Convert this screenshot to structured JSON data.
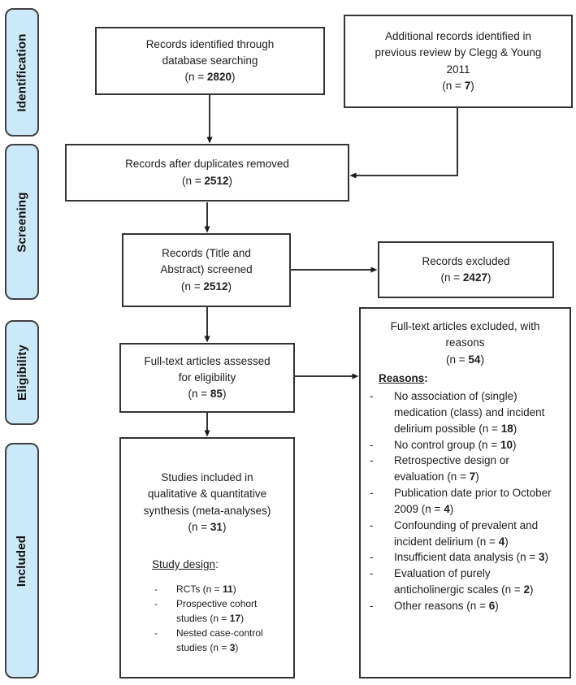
{
  "common": {
    "n_prefix": "(n = ",
    "n_suffix": ")"
  },
  "sidebar": {
    "fill_color": "#cce9f9",
    "border_color": "#404040",
    "stages": [
      {
        "label": "Identification"
      },
      {
        "label": "Screening"
      },
      {
        "label": "Eligibility"
      },
      {
        "label": "Included"
      }
    ]
  },
  "boxes": {
    "identified": {
      "lines": [
        "Records identified through",
        "database searching"
      ],
      "n": "2820"
    },
    "additional": {
      "lines": [
        "Additional records identified in",
        "previous review by Clegg & Young",
        "2011"
      ],
      "n": "7"
    },
    "duplicates_removed": {
      "lines": [
        "Records after duplicates removed"
      ],
      "n": "2512"
    },
    "screened": {
      "lines": [
        "Records (Title and",
        "Abstract) screened"
      ],
      "n": "2512"
    },
    "records_excluded": {
      "lines": [
        "Records excluded"
      ],
      "n": "2427"
    },
    "fulltext_assessed": {
      "lines": [
        "Full-text articles assessed",
        "for eligibility"
      ],
      "n": "85"
    },
    "fulltext_excluded": {
      "lines": [
        "Full-text articles excluded, with",
        "reasons"
      ],
      "n": "54",
      "reasons_heading": "Reasons",
      "heading_colon": ":",
      "reasons": [
        {
          "text": "No association of (single) medication (class) and incident delirium possible",
          "n": "18"
        },
        {
          "text": "No control group",
          "n": "10"
        },
        {
          "text": "Retrospective design or evaluation",
          "n": "7"
        },
        {
          "text": "Publication date prior to October 2009",
          "n": "4"
        },
        {
          "text": "Confounding of prevalent and incident delirium",
          "n": "4"
        },
        {
          "text": "Insufficient data analysis",
          "n": "3"
        },
        {
          "text": "Evaluation of purely anticholinergic scales",
          "n": "2"
        },
        {
          "text": "Other reasons",
          "n": "6"
        }
      ]
    },
    "included_studies": {
      "lines": [
        "Studies included in",
        "qualitative & quantitative",
        "synthesis (meta-analyses)"
      ],
      "n": "31",
      "design_heading": "Study design",
      "heading_colon": ":",
      "designs": [
        {
          "text": "RCTs",
          "n": "11"
        },
        {
          "text": "Prospective cohort studies",
          "n": "17"
        },
        {
          "text": "Nested case-control studies",
          "n": "3"
        }
      ]
    }
  }
}
